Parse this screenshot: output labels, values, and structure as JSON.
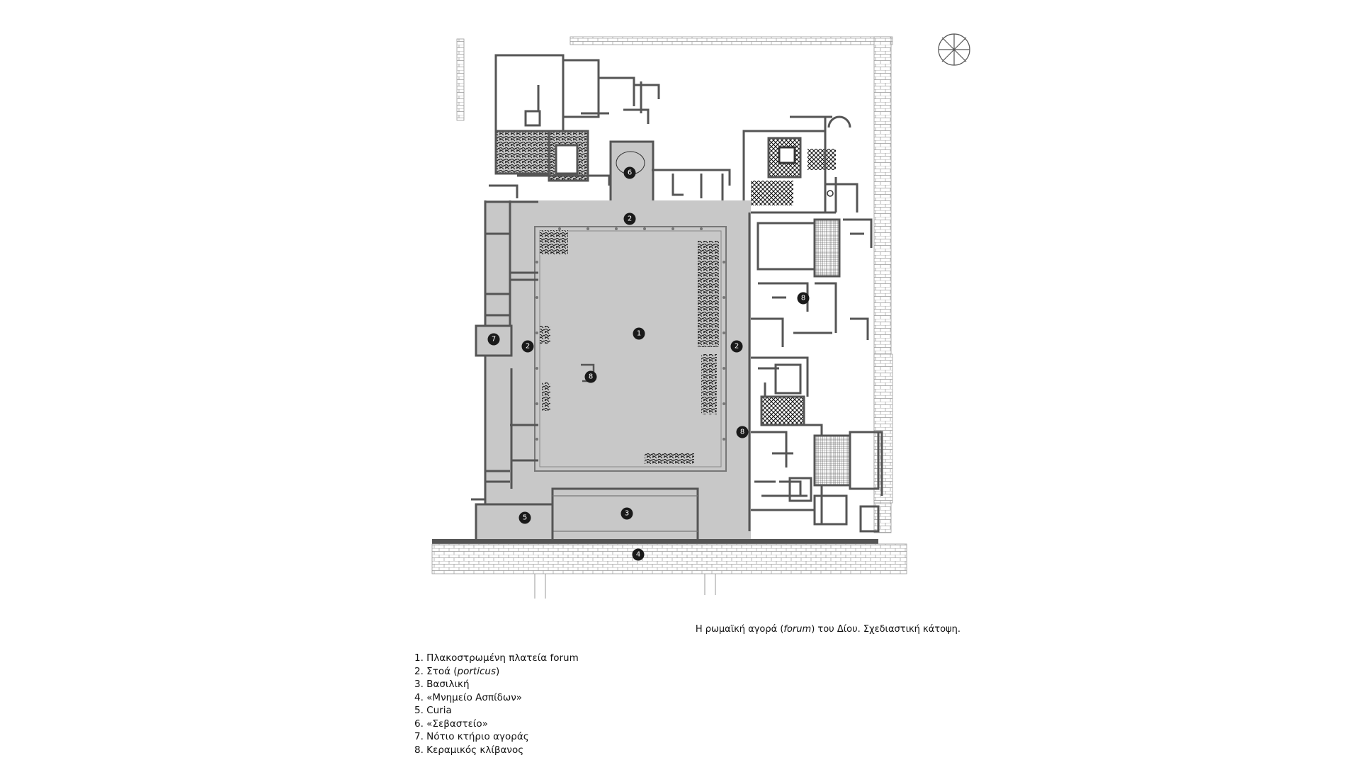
{
  "caption": {
    "before": "Η ρωμαϊκή αγορά (",
    "italic": "forum",
    "after": ") του Δίου. Σχεδιαστική κάτοψη."
  },
  "legend": {
    "items": [
      {
        "prefix": "1. Πλακοστρωμένη πλατεία forum",
        "italic": "",
        "suffix": ""
      },
      {
        "prefix": "2. Στοά (",
        "italic": "porticus",
        "suffix": ")"
      },
      {
        "prefix": "3. Βασιλική",
        "italic": "",
        "suffix": ""
      },
      {
        "prefix": "4. «Μνημείο Ασπίδων»",
        "italic": "",
        "suffix": ""
      },
      {
        "prefix": "5. Curia",
        "italic": "",
        "suffix": ""
      },
      {
        "prefix": "6. «Σεβαστείο»",
        "italic": "",
        "suffix": ""
      },
      {
        "prefix": "7. Νότιο κτήριο αγοράς",
        "italic": "",
        "suffix": ""
      },
      {
        "prefix": "8. Κεραμικός κλίβανος",
        "italic": "",
        "suffix": ""
      }
    ]
  },
  "markers": {
    "forum": "1",
    "stoa": "2",
    "basilica": "3",
    "shields": "4",
    "curia": "5",
    "sebasteion": "6",
    "south_building": "7",
    "kiln": "8"
  },
  "colors": {
    "area_fill": "#c8c8c8",
    "wall": "#555555",
    "marker": "#1a1a1a"
  }
}
